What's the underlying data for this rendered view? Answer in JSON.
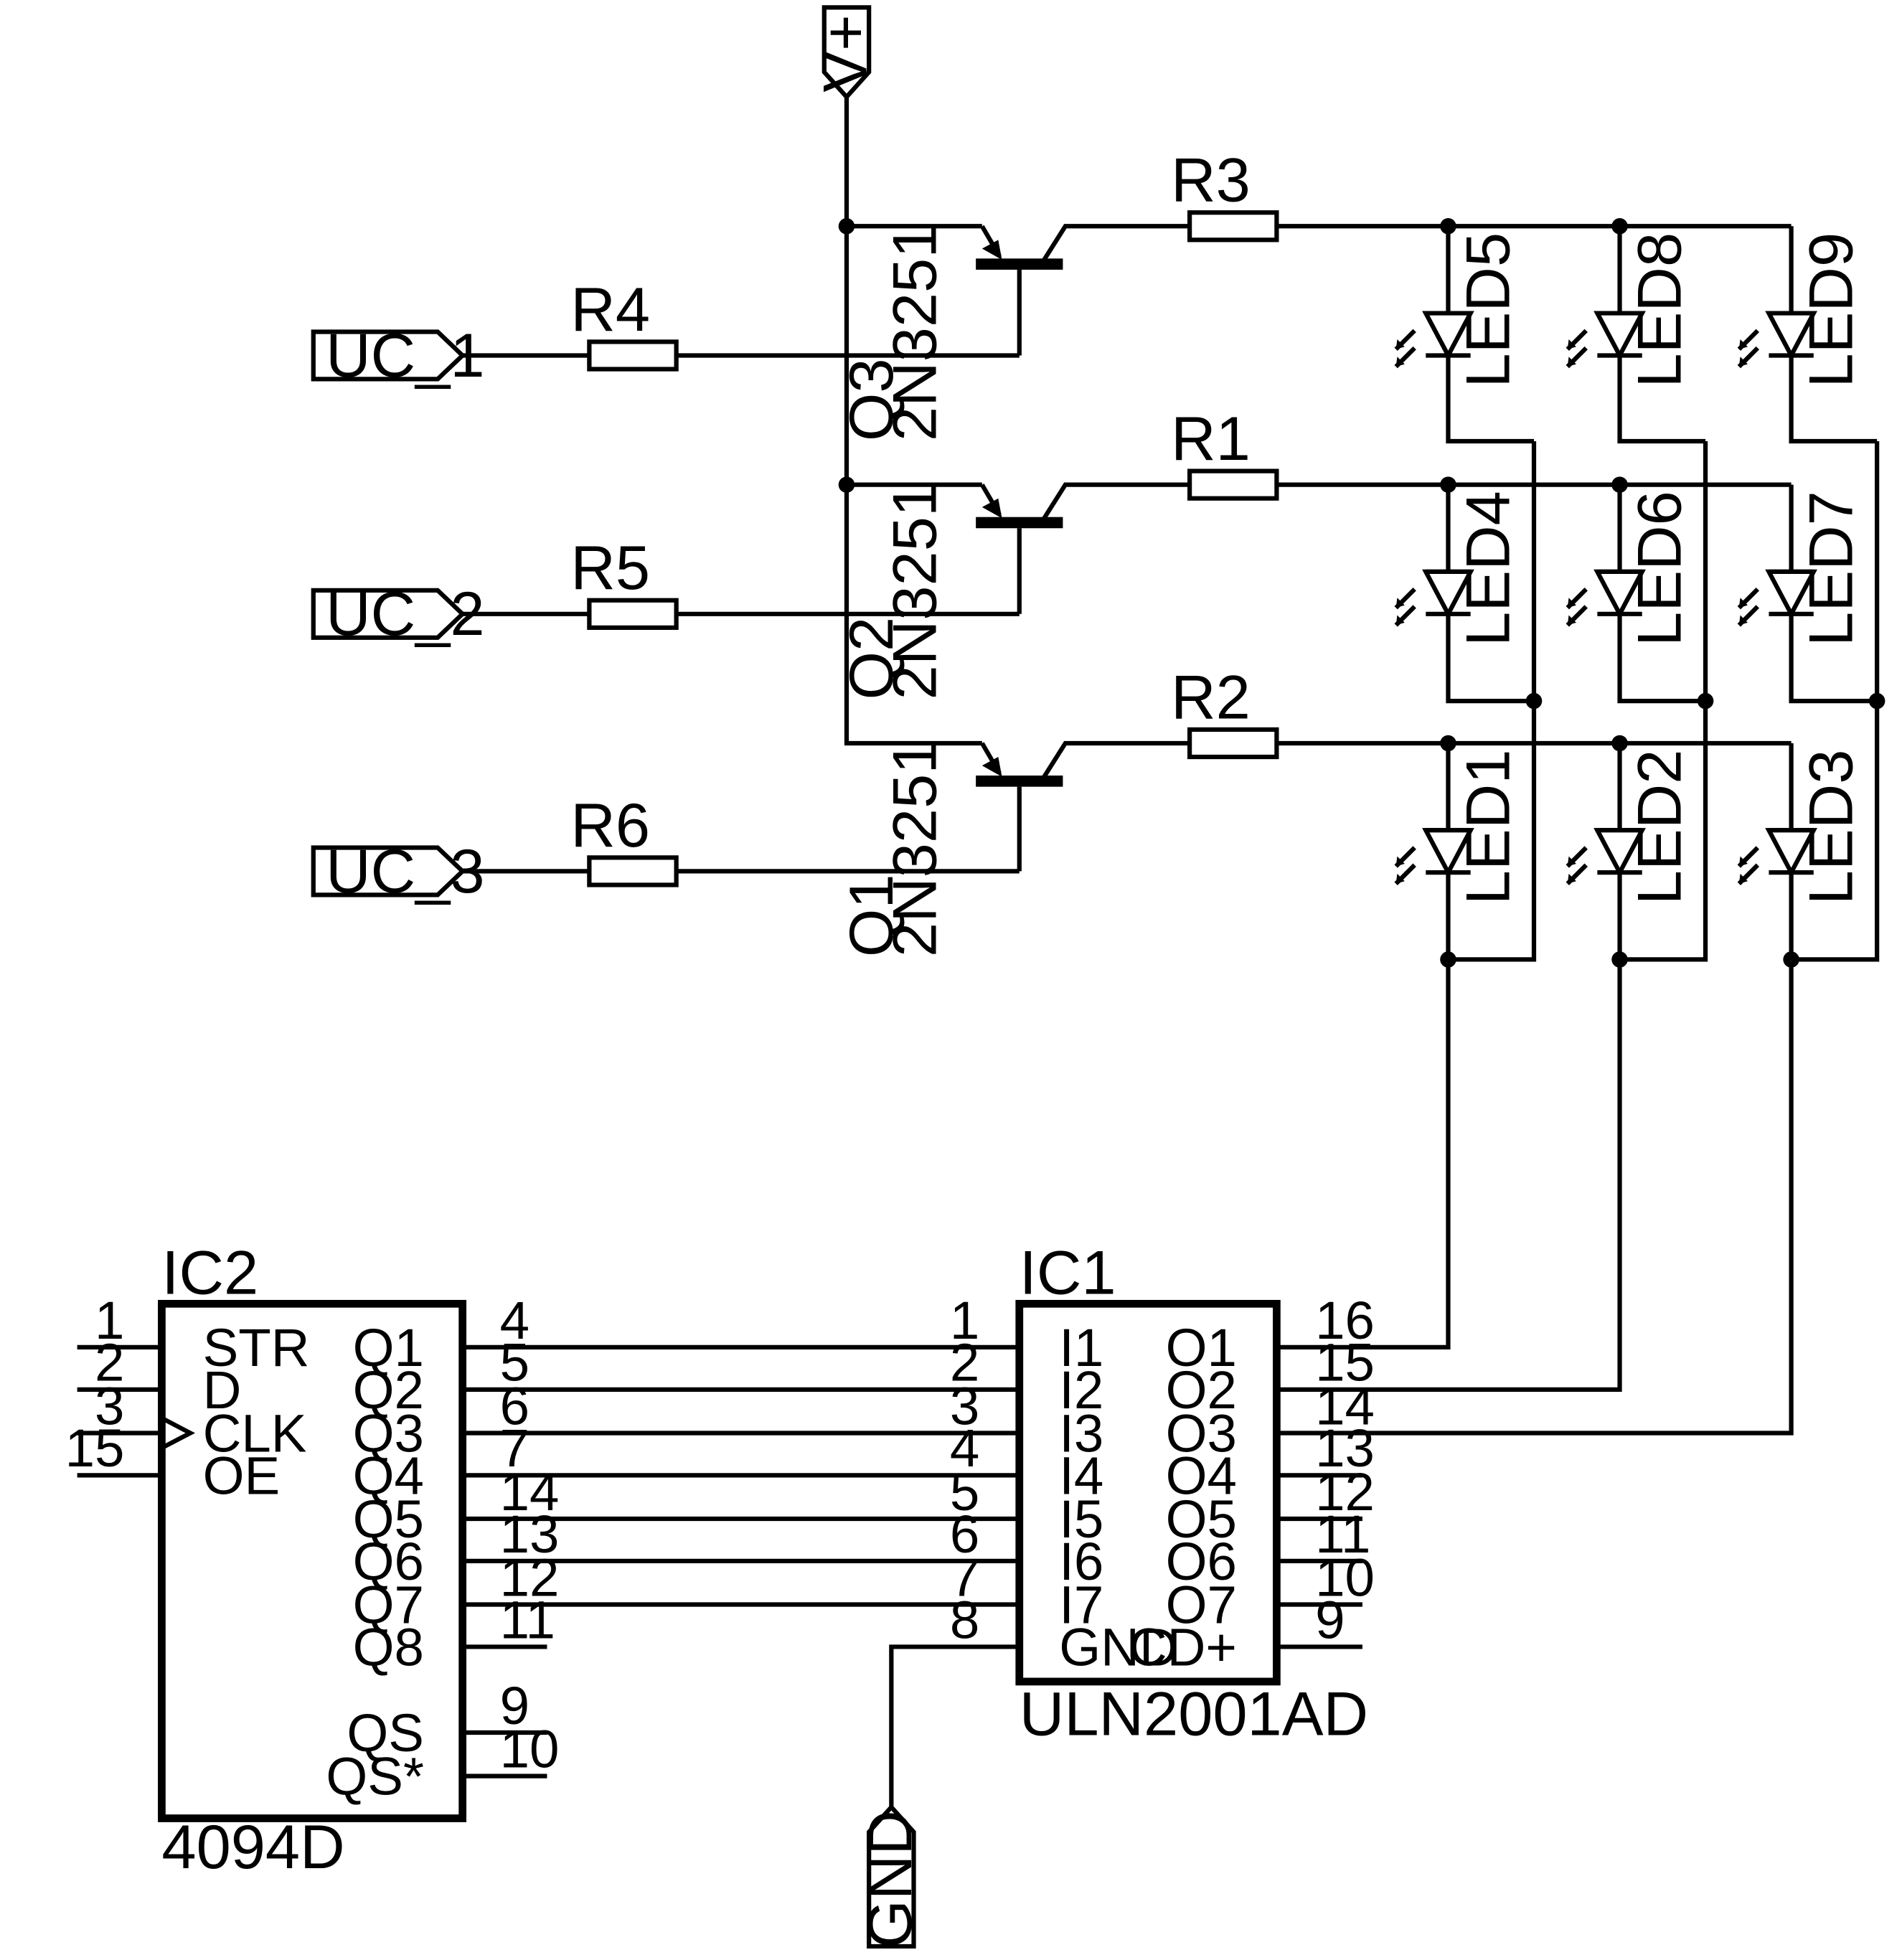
{
  "ports": {
    "vplus": "V+",
    "gnd": "GND",
    "uc1": "UC_1",
    "uc2": "UC_2",
    "uc3": "UC_3"
  },
  "resistors": [
    {
      "ref": "R3"
    },
    {
      "ref": "R1"
    },
    {
      "ref": "R2"
    },
    {
      "ref": "R4"
    },
    {
      "ref": "R5"
    },
    {
      "ref": "R6"
    }
  ],
  "transistors": [
    {
      "ref": "Q3",
      "value": "2N3251"
    },
    {
      "ref": "Q2",
      "value": "2N3251"
    },
    {
      "ref": "Q1",
      "value": "2N3251"
    }
  ],
  "leds": [
    "LED5",
    "LED8",
    "LED9",
    "LED4",
    "LED6",
    "LED7",
    "LED1",
    "LED2",
    "LED3"
  ],
  "ic2": {
    "ref": "IC2",
    "value": "4094D",
    "left_pins": [
      {
        "num": "1",
        "name": "STR"
      },
      {
        "num": "2",
        "name": "D"
      },
      {
        "num": "3",
        "name": "CLK"
      },
      {
        "num": "15",
        "name": "OE"
      }
    ],
    "right_pins": [
      {
        "num": "4",
        "name": "Q1"
      },
      {
        "num": "5",
        "name": "Q2"
      },
      {
        "num": "6",
        "name": "Q3"
      },
      {
        "num": "7",
        "name": "Q4"
      },
      {
        "num": "14",
        "name": "Q5"
      },
      {
        "num": "13",
        "name": "Q6"
      },
      {
        "num": "12",
        "name": "Q7"
      },
      {
        "num": "11",
        "name": "Q8"
      },
      {
        "num": "9",
        "name": "QS"
      },
      {
        "num": "10",
        "name": "QS*"
      }
    ]
  },
  "ic1": {
    "ref": "IC1",
    "value": "ULN2001AD",
    "left_pins": [
      {
        "num": "1",
        "name": "I1"
      },
      {
        "num": "2",
        "name": "I2"
      },
      {
        "num": "3",
        "name": "I3"
      },
      {
        "num": "4",
        "name": "I4"
      },
      {
        "num": "5",
        "name": "I5"
      },
      {
        "num": "6",
        "name": "I6"
      },
      {
        "num": "7",
        "name": "I7"
      },
      {
        "num": "8",
        "name": "GND"
      }
    ],
    "right_pins": [
      {
        "num": "16",
        "name": "O1"
      },
      {
        "num": "15",
        "name": "O2"
      },
      {
        "num": "14",
        "name": "O3"
      },
      {
        "num": "13",
        "name": "O4"
      },
      {
        "num": "12",
        "name": "O5"
      },
      {
        "num": "11",
        "name": "O6"
      },
      {
        "num": "10",
        "name": "O7"
      },
      {
        "num": "9",
        "name": "CD+"
      }
    ]
  }
}
